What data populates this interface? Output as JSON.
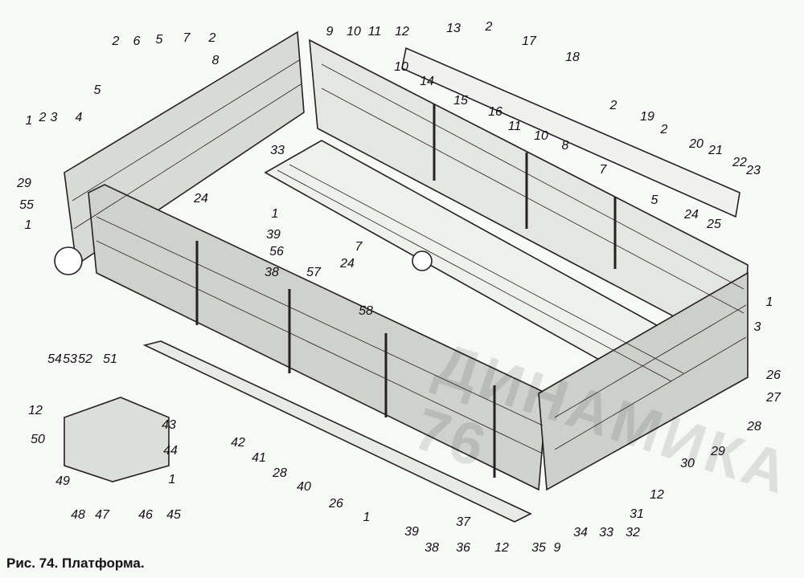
{
  "figure": {
    "caption": "Рис. 74. Платформа.",
    "watermark": "ДИНАМИКА 76",
    "part_labels": [
      "2",
      "6",
      "5",
      "7",
      "2",
      "8",
      "9",
      "10",
      "11",
      "12",
      "13",
      "2",
      "17",
      "18",
      "10",
      "14",
      "15",
      "16",
      "11",
      "10",
      "8",
      "2",
      "7",
      "19",
      "2",
      "5",
      "20",
      "21",
      "22",
      "23",
      "24",
      "25",
      "1",
      "3",
      "26",
      "27",
      "28",
      "29",
      "30",
      "1",
      "2",
      "3",
      "4",
      "5",
      "29",
      "55",
      "1",
      "54",
      "53",
      "52",
      "51",
      "33",
      "24",
      "1",
      "39",
      "56",
      "38",
      "57",
      "7",
      "24",
      "58",
      "42",
      "41",
      "28",
      "40",
      "26",
      "1",
      "39",
      "37",
      "36",
      "38",
      "12",
      "35",
      "9",
      "34",
      "33",
      "32",
      "31",
      "12",
      "12",
      "50",
      "43",
      "44",
      "49",
      "1",
      "48",
      "47",
      "46",
      "45"
    ]
  }
}
